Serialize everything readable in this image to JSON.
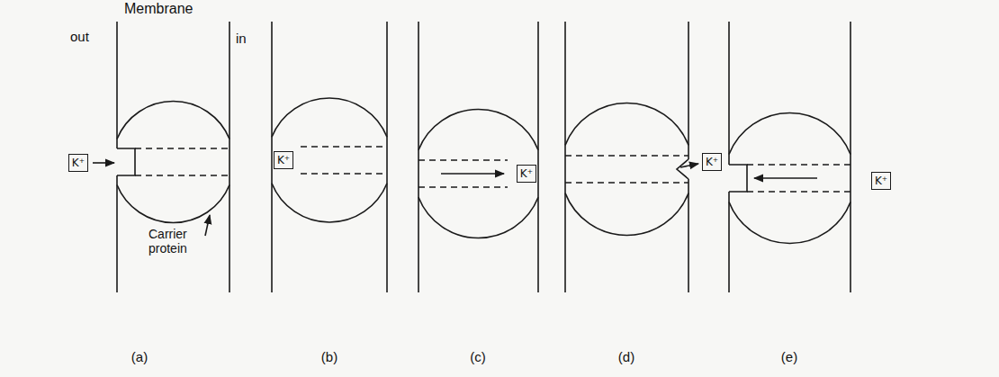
{
  "diagram": {
    "nodes": [
      {
        "text": [
          "K⁺"
        ]
      },
      {
        "text": [
          "K⁺"
        ]
      },
      {
        "text": [
          "K⁺"
        ]
      },
      {
        "text": [
          "K⁺"
        ]
      },
      {
        "text": [
          "K⁺"
        ]
      }
    ],
    "labels": [
      "Membrane",
      "out",
      "in",
      "Carrier protein",
      "(a)",
      "(b)",
      "(c)",
      "(d)",
      "(e)"
    ]
  }
}
